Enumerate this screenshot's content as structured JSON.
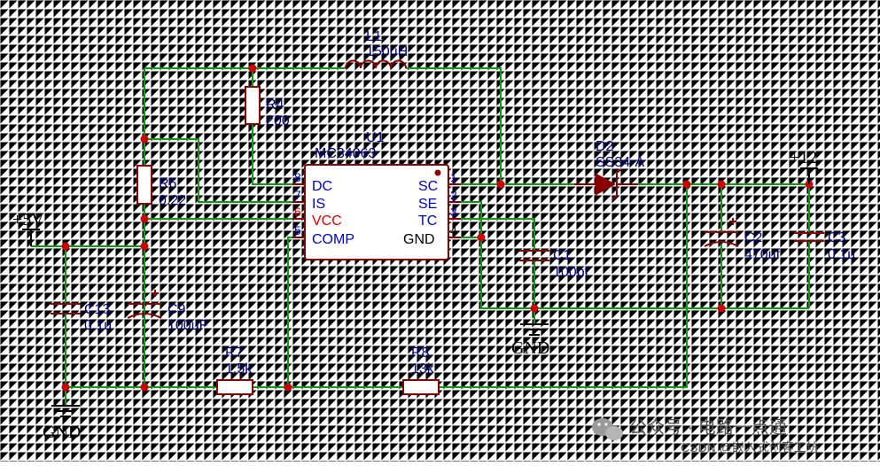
{
  "components": {
    "L1": {
      "ref": "L1",
      "value": "150uH"
    },
    "R4": {
      "ref": "R4",
      "value": "200"
    },
    "R6": {
      "ref": "R6",
      "value": "0.22"
    },
    "U1": {
      "ref": "U1",
      "value": "MC34063"
    },
    "D2": {
      "ref": "D2",
      "value": "SS34-A"
    },
    "C2": {
      "ref": "C2",
      "value": "470uf"
    },
    "C3": {
      "ref": "C3",
      "value": "0.1u"
    },
    "C1": {
      "ref": "C1",
      "value": "100pf"
    },
    "C13": {
      "ref": "C13",
      "value": "0.1u"
    },
    "C9": {
      "ref": "C9",
      "value": "100uF"
    },
    "R7": {
      "ref": "R7",
      "value": "1.5k"
    },
    "R8": {
      "ref": "R8",
      "value": "13k"
    }
  },
  "pins": {
    "left": [
      {
        "num": "8",
        "name": "DC"
      },
      {
        "num": "7",
        "name": "IS"
      },
      {
        "num": "6",
        "name": "VCC",
        "color": "#dd0000"
      },
      {
        "num": "5",
        "name": "COMP"
      }
    ],
    "right": [
      {
        "num": "1",
        "name": "SC"
      },
      {
        "num": "2",
        "name": "SE"
      },
      {
        "num": "3",
        "name": "TC"
      },
      {
        "num": "4",
        "name": "GND",
        "color": "#000000"
      }
    ]
  },
  "nets": {
    "vin": "+5V",
    "vout": "+12",
    "gnd_left": "GND",
    "gnd_mid": "GND"
  },
  "watermark": {
    "line1": "公众号 · 电路一点通",
    "line2": "CSDN @嵌入式创客工坊"
  },
  "colors": {
    "wire": "#119911",
    "part": "#880000",
    "junction": "#cc0000",
    "label": "#000080",
    "pin": "#0000cc"
  }
}
